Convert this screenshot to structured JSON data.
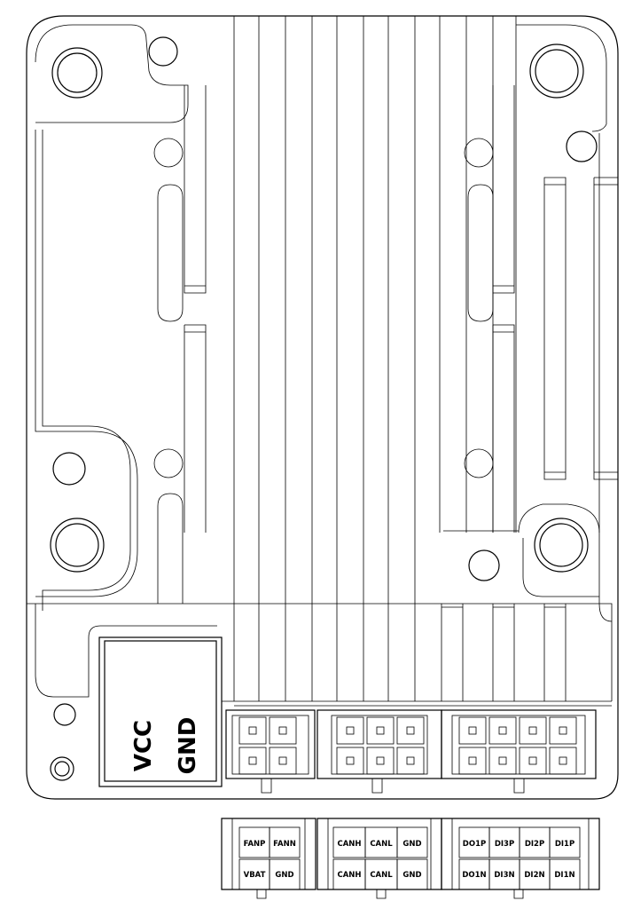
{
  "power_block": {
    "vcc_label": "VCC",
    "gnd_label": "GND"
  },
  "pinout": {
    "connector_1": {
      "top_row": [
        "FANP",
        "FANN"
      ],
      "bottom_row": [
        "VBAT",
        "GND"
      ]
    },
    "connector_2": {
      "top_row": [
        "CANH",
        "CANL",
        "GND"
      ],
      "bottom_row": [
        "CANH",
        "CANL",
        "GND"
      ]
    },
    "connector_3": {
      "top_row": [
        "DO1P",
        "DI3P",
        "DI2P",
        "DI1P"
      ],
      "bottom_row": [
        "DO1N",
        "DI3N",
        "DI2N",
        "DI1N"
      ]
    }
  }
}
